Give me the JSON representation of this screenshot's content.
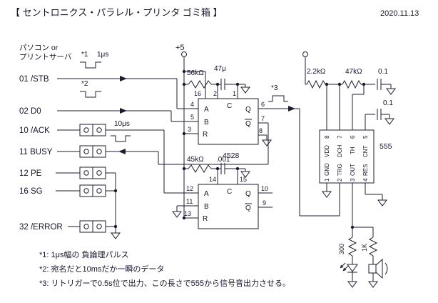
{
  "header": {
    "title": "【 セントロニクス・パラレル・プリンタ  ゴミ箱 】",
    "date": "2020.11.13"
  },
  "source": {
    "line1": "パソコン or",
    "line2": "プリントサーバ"
  },
  "signals": {
    "stb": "01 /STB",
    "d0": "02 D0",
    "ack": "10 /ACK",
    "busy": "11 BUSY",
    "pe": "12 PE",
    "sg": "16 SG",
    "error": "32 /ERROR"
  },
  "annotations": {
    "vcc": "+5",
    "n1": "*1",
    "n1_width": "1μs",
    "n2": "*2",
    "n3": "*3",
    "ack_width": "10μs"
  },
  "parts": {
    "r_56k": "56kΩ",
    "c_47u": "47μ",
    "r_2k2": "2.2kΩ",
    "r_47k": "47kΩ",
    "c_01a": "0.1",
    "c_01b": "0.1",
    "r_45k": "45kΩ",
    "c_001": ".001",
    "ic_4528": "4528",
    "ic_555": "555",
    "r_300": "300",
    "r_1k": "1K"
  },
  "mono1": {
    "labels": {
      "a": "A",
      "b": "B",
      "r": "R",
      "c": "C",
      "q": "Q",
      "qb": "Q"
    },
    "pins": {
      "p16": "16",
      "p2": "2",
      "p1": "1",
      "p4": "4",
      "p5": "5",
      "p3": "3",
      "p6": "6",
      "p7": "7",
      "p8": "8"
    }
  },
  "mono2": {
    "labels": {
      "a": "A",
      "b": "B",
      "r": "R",
      "c": "C",
      "q": "Q",
      "qb": "Q"
    },
    "pins": {
      "p14": "14",
      "p15": "15",
      "p12": "12",
      "p11": "11",
      "p13": "13",
      "p10": "10",
      "p9": "9"
    }
  },
  "timer": {
    "vdd": "VDD",
    "dch": "DCH",
    "th": "TH",
    "cnt": "CNT",
    "gnd": "GND",
    "trg": "TRG",
    "out": "OUT",
    "res": "RES",
    "p8": "8",
    "p7": "7",
    "p6": "6",
    "p5": "5",
    "p1": "1",
    "p2": "2",
    "p3": "3",
    "p4": "4"
  },
  "footnotes": {
    "f1": "*1: 1μs幅の 負論理パルス",
    "f2": "*2: 宛名だと10msだか一瞬のデータ",
    "f3": "*3: リトリガーで0.5s位で出力、この長さで555から信号音出力させる。"
  }
}
